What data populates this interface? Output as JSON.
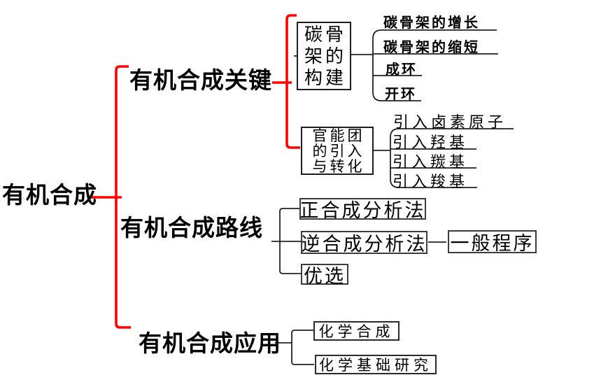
{
  "root_label": "有机合成",
  "colors": {
    "branch_line": "#ff0000",
    "tree_line": "#222222",
    "text": "#000000",
    "background": "#ffffff"
  },
  "branches": [
    {
      "label": "有机合成关键",
      "nodes": [
        {
          "label": "碳骨架的构建",
          "lines": [
            "碳骨",
            "架的",
            "构建"
          ],
          "leaves": [
            "碳骨架的增长",
            "碳骨架的缩短",
            "成环",
            "开环"
          ]
        },
        {
          "label": "官能团的引入与转化",
          "lines": [
            "官能团",
            "的引入",
            "与转化"
          ],
          "leaves": [
            "引入卤素原子",
            "引入羟基",
            "引入羰基",
            "引入羧基"
          ]
        }
      ]
    },
    {
      "label": "有机合成路线",
      "boxes": [
        "正合成分析法",
        "逆合成分析法",
        "优选"
      ],
      "sub_box": "一般程序"
    },
    {
      "label": "有机合成应用",
      "boxes": [
        "化学合成",
        "化学基础研究"
      ]
    }
  ]
}
